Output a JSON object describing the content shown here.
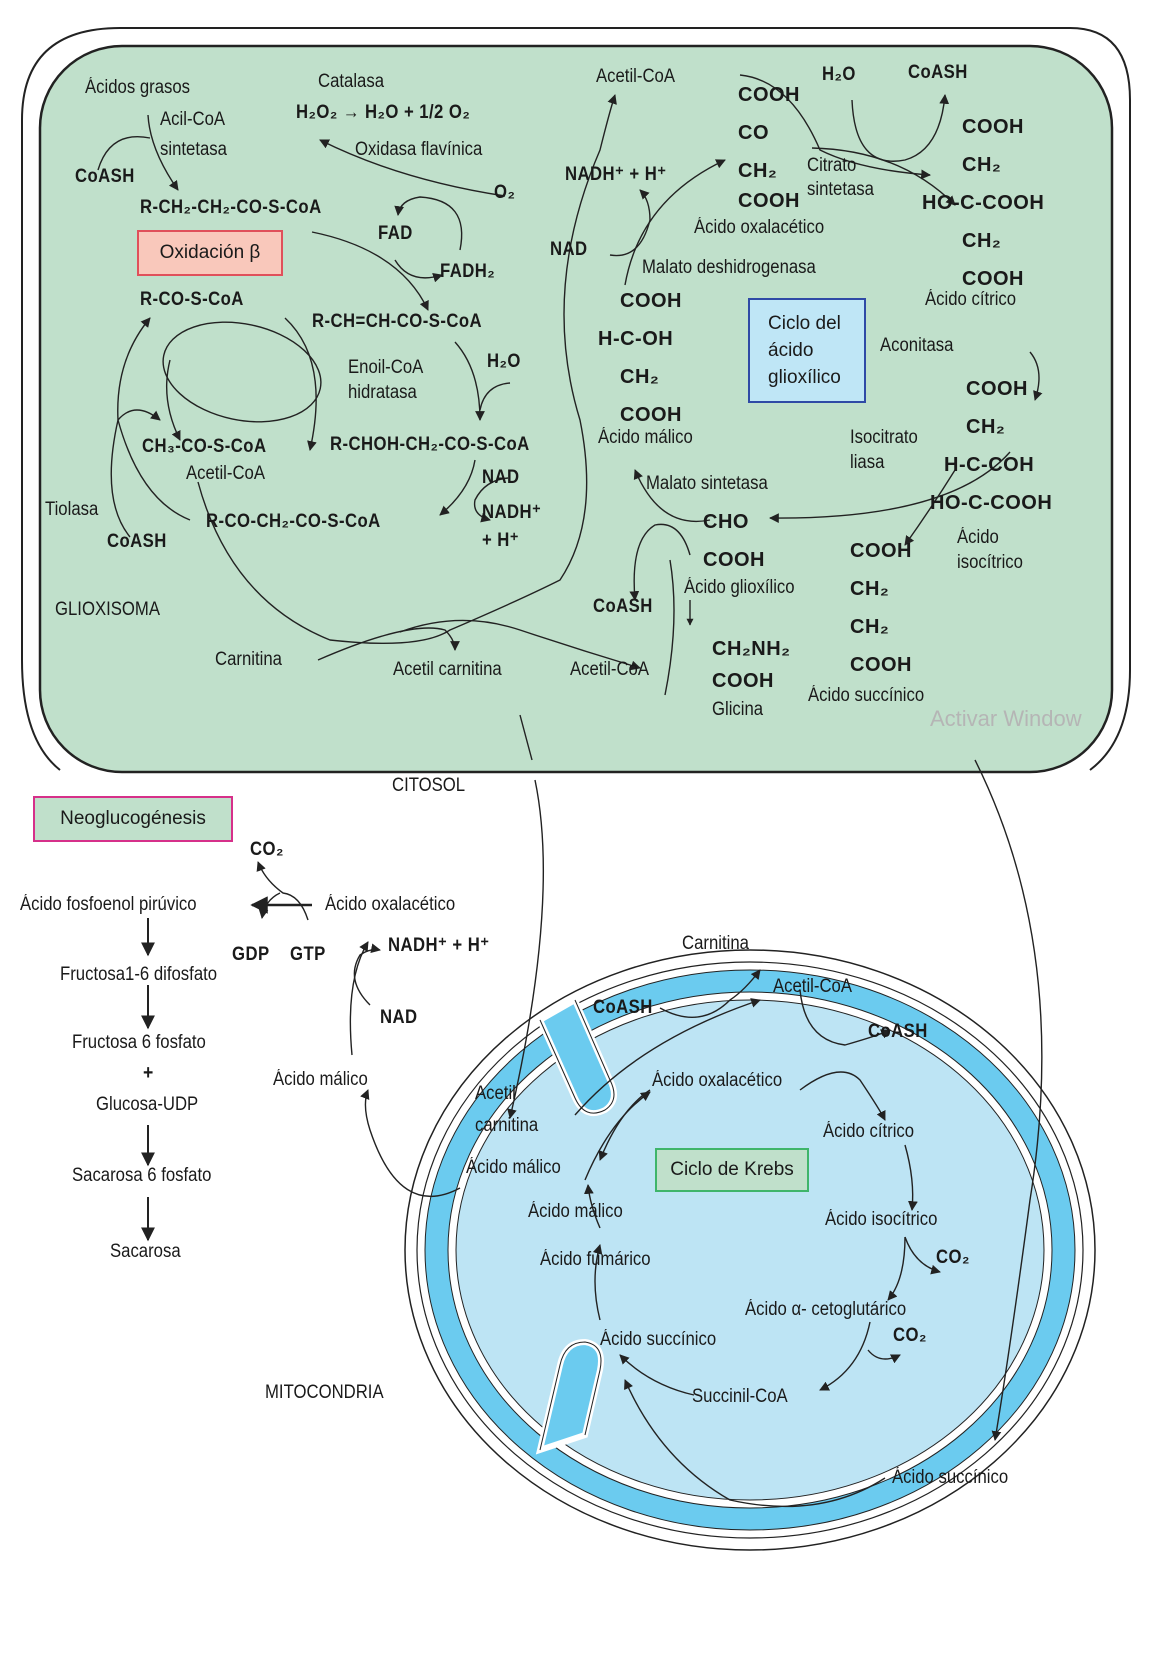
{
  "compartments": {
    "glyoxysome": "GLIOXISOMA",
    "cytosol": "CITOSOL",
    "mitochondria": "MITOCONDRIA"
  },
  "colors": {
    "glyoxysome_fill": "#c0e0cb",
    "mito_matrix": "#bde4f4",
    "mito_membrane": "#6bcbef",
    "beta_box_fill": "#f9c8bb",
    "beta_box_border": "#e0505a",
    "glyox_box_fill": "#bfe6f6",
    "glyox_box_border": "#2f4aa6",
    "neo_box_fill": "#c0e0cb",
    "neo_box_border": "#d6308a",
    "krebs_box_fill": "#c0e0cb",
    "krebs_box_border": "#3fb56a"
  },
  "boxes": {
    "beta_oxidation": "Oxidación β",
    "glyoxylate_cycle": [
      "Ciclo del",
      "ácido",
      "glioxílico"
    ],
    "gluconeogenesis": "Neoglucogénesis",
    "krebs_cycle": "Ciclo de Krebs"
  },
  "beta_oxidation": {
    "fatty_acids": "Ácidos grasos",
    "acyl_coa_synthetase": [
      "Acil-CoA",
      "sintetasa"
    ],
    "coash_in": "CoASH",
    "acyl_coa": "R-CH₂-CH₂-CO-S-CoA",
    "catalase": "Catalasa",
    "catalase_reaction": "H₂O₂ → H₂O + 1/2 O₂",
    "flavin_oxidase": "Oxidasa flavínica",
    "o2": "O₂",
    "fad": "FAD",
    "fadh2": "FADH₂",
    "enoyl_coa": "R-CH=CH-CO-S-CoA",
    "enoyl_hydratase": [
      "Enoil-CoA",
      "hidratasa"
    ],
    "h2o": "H₂O",
    "hydroxyacyl_coa": "R-CHOH-CH₂-CO-S-CoA",
    "nad": "NAD",
    "nadh": [
      "NADH⁺",
      "+ H⁺"
    ],
    "ketoacyl_coa": "R-CO-CH₂-CO-S-CoA",
    "shortened_acyl_coa": "R-CO-S-CoA",
    "acetyl_coa_formula": "CH₃-CO-S-CoA",
    "acetyl_coa_label": "Acetil-CoA",
    "thiolase": "Tiolasa",
    "coash_thiolase": "CoASH",
    "carnitine": "Carnitina",
    "acetyl_carnitine": "Acetil carnitina",
    "acetyl_coa_out": "Acetil-CoA"
  },
  "glyoxylate_cycle": {
    "acetyl_coa_top": "Acetil-CoA",
    "h2o": "H₂O",
    "coash_top": "CoASH",
    "oxaloacetate": {
      "formula": [
        "COOH",
        "CO",
        "CH₂",
        "COOH"
      ],
      "name": "Ácido oxalacético"
    },
    "citrate_synthase": [
      "Citrato",
      "sintetasa"
    ],
    "citrate": {
      "formula": [
        "COOH",
        "CH₂",
        "HO-C-COOH",
        "CH₂",
        "COOH"
      ],
      "name": "Ácido cítrico"
    },
    "aconitase": "Aconitasa",
    "isocitrate": {
      "formula": [
        "COOH",
        "CH₂",
        "H-C-COH",
        "HO-C-COOH"
      ],
      "name": [
        "Ácido",
        "isocítrico"
      ]
    },
    "isocitrate_lyase": [
      "Isocitrato",
      "liasa"
    ],
    "succinate": {
      "formula": [
        "COOH",
        "CH₂",
        "CH₂",
        "COOH"
      ],
      "name": "Ácido succínico"
    },
    "glyoxylate": {
      "formula": [
        "CHO",
        "COOH"
      ],
      "name": "Ácido glioxílico"
    },
    "glycine": {
      "formula": [
        "CH₂NH₂",
        "COOH"
      ],
      "name": "Glicina"
    },
    "malate_synthase": "Malato sintetasa",
    "coash_mid": "CoASH",
    "malate": {
      "formula": [
        "COOH",
        "H-C-OH",
        "CH₂",
        "COOH"
      ],
      "name": "Ácido málico"
    },
    "malate_dehydrogenase": "Malato deshidrogenasa",
    "nadh": "NADH⁺ + H⁺",
    "nad": "NAD"
  },
  "gluconeogenesis": {
    "pep": "Ácido fosfoenol pirúvico",
    "co2": "CO₂",
    "oxaloacetate": "Ácido oxalacético",
    "gdp": "GDP",
    "gtp": "GTP",
    "nadh": "NADH⁺ + H⁺",
    "nad": "NAD",
    "malate": "Ácido málico",
    "steps": [
      "Fructosa1-6 difosfato",
      "Fructosa 6 fosfato",
      "+",
      "Glucosa-UDP",
      "Sacarosa 6 fosfato",
      "Sacarosa"
    ]
  },
  "krebs": {
    "carnitine": "Carnitina",
    "coash_in": "CoASH",
    "acetyl_coa": "Acetil-CoA",
    "coash_out": "CoASH",
    "acetyl_carnitine": [
      "Acetil",
      "carnitina"
    ],
    "oxaloacetate": "Ácido oxalacético",
    "citrate": "Ácido cítrico",
    "isocitrate": "Ácido isocítrico",
    "co2_1": "CO₂",
    "alpha_ketoglutarate": "Ácido α- cetoglutárico",
    "co2_2": "CO₂",
    "succinyl_coa": "Succinil-CoA",
    "succinate": "Ácido succínico",
    "fumarate": "Ácido fumárico",
    "malate_inner": "Ácido málico",
    "malate_exit": "Ácido málico",
    "succinate_outside": "Ácido succínico"
  },
  "watermark": "Activar Window"
}
